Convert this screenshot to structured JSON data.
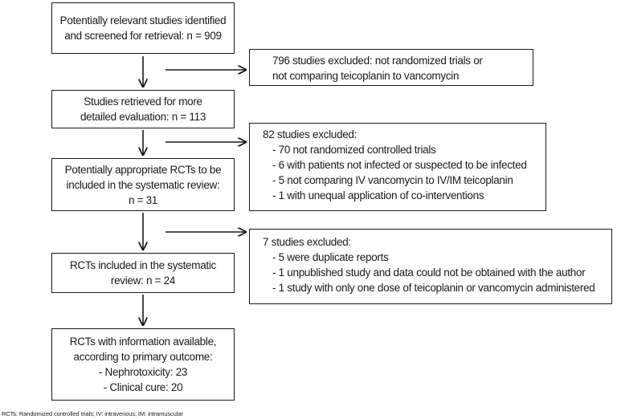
{
  "main_boxes": [
    {
      "lines": [
        "Potentially relevant studies identified",
        "and screened for retrieval: n = 909"
      ]
    },
    {
      "lines": [
        "Studies retrieved for more",
        "detailed evaluation: n = 113"
      ]
    },
    {
      "lines": [
        "Potentially appropriate RCTs to be",
        "included in the systematic review:",
        "n = 31"
      ]
    },
    {
      "lines": [
        "RCTs included in the systematic",
        "review: n = 24"
      ]
    },
    {
      "lines": [
        "RCTs with information available,",
        "according to primary outcome:",
        "- Nephrotoxicity: 23",
        "- Clinical cure: 20"
      ]
    }
  ],
  "exclusion_boxes": [
    {
      "title": "796 studies excluded: not randomized trials or",
      "items": [
        "not comparing teicoplanin to vancomycin"
      ]
    },
    {
      "title": "82 studies excluded:",
      "items": [
        "- 70 not randomized controlled trials",
        "- 6 with patients not infected or suspected to be infected",
        "- 5 not comparing IV vancomycin to IV/IM teicoplanin",
        "- 1 with unequal application of co-interventions"
      ]
    },
    {
      "title": "7 studies excluded:",
      "items": [
        "- 5 were duplicate reports",
        "- 1 unpublished study and data could not be obtained with the author",
        "- 1 study with only one dose of teicoplanin or vancomycin administered"
      ]
    }
  ],
  "footnote": "RCTs: Randomized controlled trials; IV: intravenous; IM: intramuscular"
}
